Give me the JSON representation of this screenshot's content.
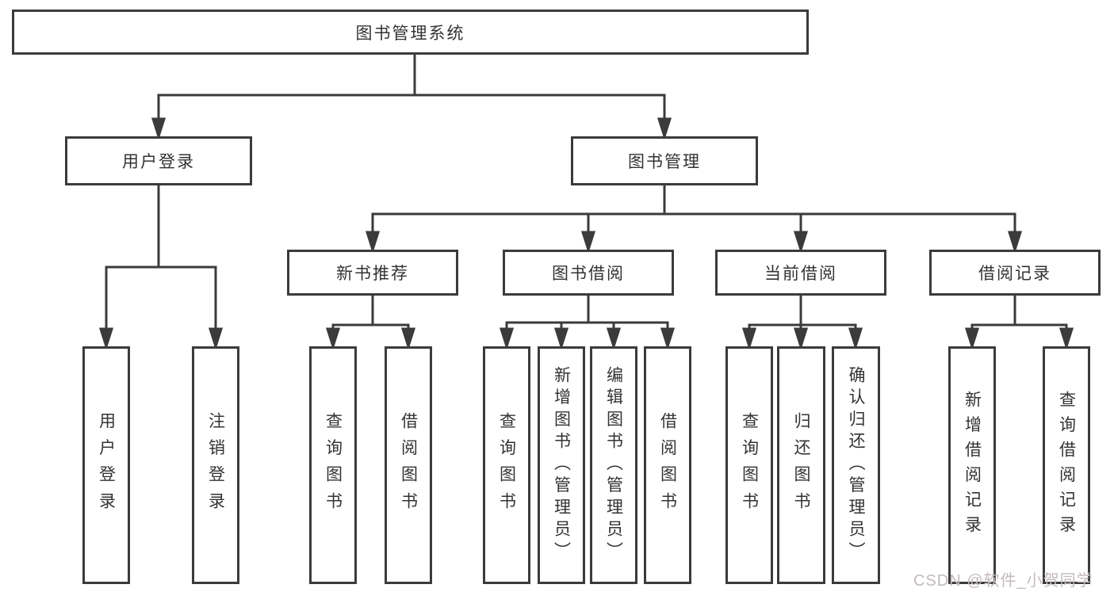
{
  "tree": {
    "root": {
      "label": "图书管理系统"
    },
    "user_login": {
      "label": "用户登录",
      "children": [
        {
          "label": "用户登录"
        },
        {
          "label": "注销登录"
        }
      ]
    },
    "book_mgmt": {
      "label": "图书管理",
      "groups": [
        {
          "label": "新书推荐",
          "children": [
            {
              "label": "查询图书"
            },
            {
              "label": "借阅图书"
            }
          ]
        },
        {
          "label": "图书借阅",
          "children": [
            {
              "label": "查询图书"
            },
            {
              "label": "新增图书（管理员）"
            },
            {
              "label": "编辑图书（管理员）"
            },
            {
              "label": "借阅图书"
            }
          ]
        },
        {
          "label": "当前借阅",
          "children": [
            {
              "label": "查询图书"
            },
            {
              "label": "归还图书"
            },
            {
              "label": "确认归还（管理员）"
            }
          ]
        },
        {
          "label": "借阅记录",
          "children": [
            {
              "label": "新增借阅记录"
            },
            {
              "label": "查询借阅记录"
            }
          ]
        }
      ]
    }
  },
  "colors": {
    "line": "#3b3b3b",
    "text": "#333333",
    "watermark": "#c4baba"
  },
  "watermark": {
    "text": "CSDN @软件_小贺同学"
  }
}
